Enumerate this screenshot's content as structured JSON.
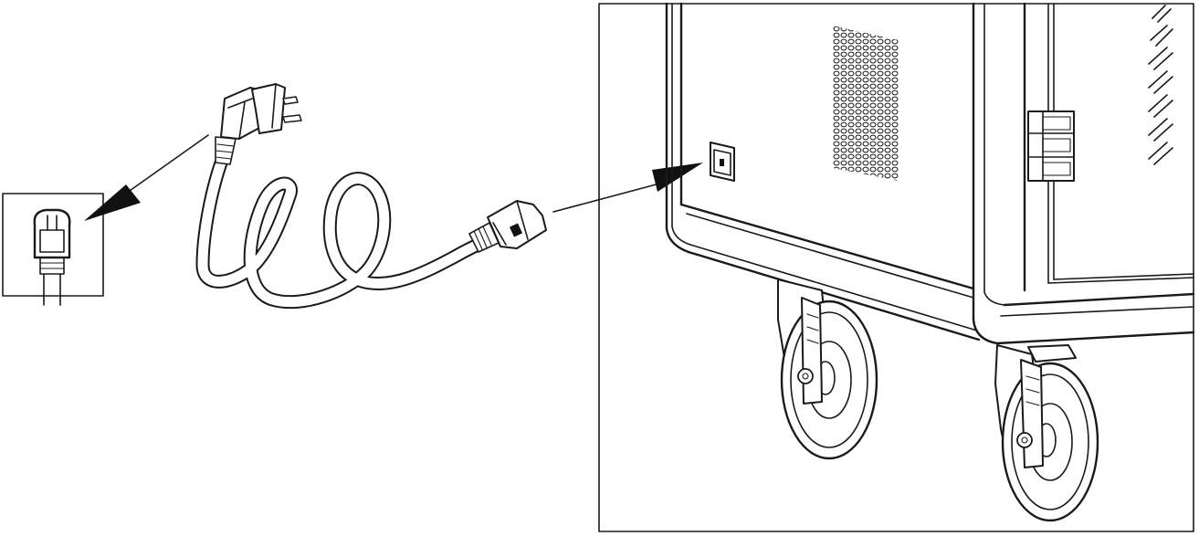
{
  "figure": {
    "kind": "line-art assembly instruction",
    "callouts": [
      {
        "from": "power-plug",
        "to": "wall-outlet-inset"
      },
      {
        "from": "iec-connector",
        "to": "cart-power-inlet"
      }
    ],
    "parts": [
      "wall-outlet",
      "power-cord",
      "power-plug",
      "iec-connector",
      "charging-cart",
      "power-inlet",
      "caster-wheel",
      "cart-vent-grille",
      "door-hinge"
    ]
  }
}
